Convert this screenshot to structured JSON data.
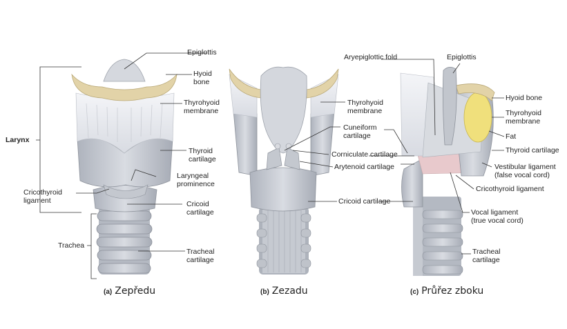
{
  "labels": {
    "larynx": "Larynx",
    "a_epiglottis": "Epiglottis",
    "a_hyoid_bone": "Hyoid\nbone",
    "a_thyrohyoid_membrane": "Thyrohyoid\nmembrane",
    "a_thyroid_cartilage": "Thyroid\ncartilage",
    "a_laryngeal_prominence": "Laryngeal\nprominence",
    "a_cricothyroid_ligament": "Cricothyroid\nligament",
    "a_cricoid_cartilage": "Cricoid\ncartilage",
    "a_trachea": "Trachea",
    "a_tracheal_cartilage": "Tracheal\ncartilage",
    "b_thyrohyoid_membrane": "Thyrohyoid\nmembrane",
    "b_cuneiform_cartilage": "Cuneiform\ncartilage",
    "b_corniculate_cartilage": "Corniculate cartilage",
    "b_arytenoid_cartilage": "Arytenoid cartilage",
    "b_cricoid_cartilage": "Cricoid cartilage",
    "c_aryepiglottic_fold": "Aryepiglottic fold",
    "c_epiglottis": "Epiglottis",
    "c_hyoid_bone": "Hyoid bone",
    "c_thyrohyoid_membrane": "Thyrohyoid\nmembrane",
    "c_fat": "Fat",
    "c_thyroid_cartilage": "Thyroid cartilage",
    "c_vestibular_ligament": "Vestibular ligament\n(false vocal cord)",
    "c_cricothyroid_ligament": "Cricothyroid ligament",
    "c_vocal_ligament": "Vocal ligament\n(true vocal cord)",
    "c_tracheal_cartilage": "Tracheal\ncartilage"
  },
  "captions": {
    "a_letter": "(a)",
    "a_text": "Zepředu",
    "b_letter": "(b)",
    "b_text": "Zezadu",
    "c_letter": "(c)",
    "c_text": "Průřez zboku"
  },
  "colors": {
    "cartilage": "#c9ccd3",
    "cartilage_dark": "#9ea3ad",
    "bone": "#e2d3a8",
    "membrane": "#eceef2",
    "fat": "#f0e07c",
    "ligament": "#e8c9cc",
    "line": "#333333"
  }
}
